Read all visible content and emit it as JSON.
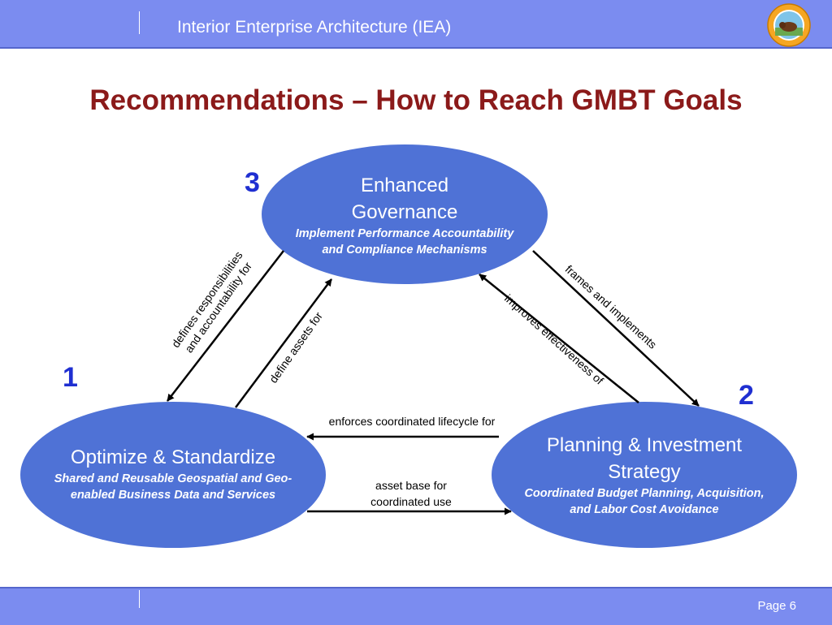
{
  "header": {
    "title": "Interior Enterprise Architecture (IEA)",
    "seal_icon": "department-seal-icon"
  },
  "slide": {
    "title": "Recommendations – How to Reach GMBT Goals"
  },
  "nodes": {
    "governance": {
      "number": "3",
      "name_line1": "Enhanced",
      "name_line2": "Governance",
      "sub_line1": "Implement Performance Accountability",
      "sub_line2": "and Compliance Mechanisms"
    },
    "optimize": {
      "number": "1",
      "name_line1": "Optimize & Standardize",
      "sub_line1": "Shared and Reusable Geospatial and Geo-",
      "sub_line2": "enabled Business Data and Services"
    },
    "planning": {
      "number": "2",
      "name_line1": "Planning & Investment",
      "name_line2": "Strategy",
      "sub_line1": "Coordinated Budget Planning, Acquisition,",
      "sub_line2": "and Labor Cost Avoidance"
    }
  },
  "edges": {
    "gov_to_opt_line1": "defines responsibilities",
    "gov_to_opt_line2": "and accountability for",
    "opt_to_gov": "define assets for",
    "gov_to_plan": "frames and implements",
    "plan_to_gov": "improves effectiveness of",
    "plan_to_opt": "enforces coordinated lifecycle for",
    "opt_to_plan_line1": "asset base for",
    "opt_to_plan_line2": "coordinated use"
  },
  "colors": {
    "header_bar": "#7b8cf0",
    "ellipse_fill": "#4f72d6",
    "title": "#8b1a1a",
    "number": "#1f2fd1"
  },
  "footer": {
    "page": "Page 6"
  }
}
